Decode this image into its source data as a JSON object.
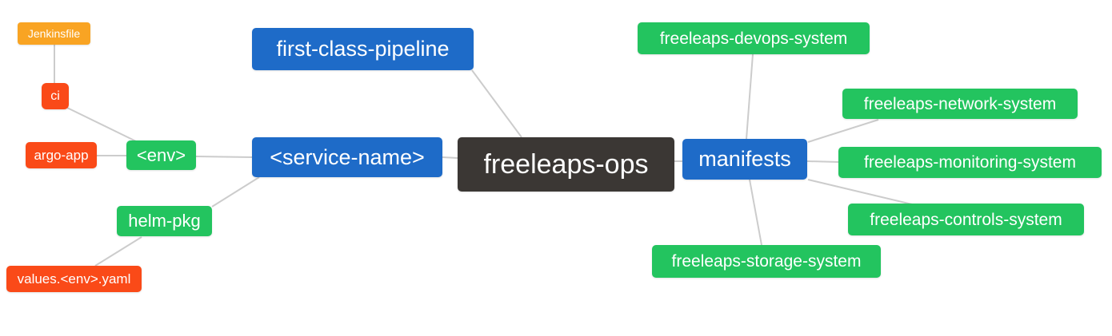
{
  "diagram": {
    "type": "mindmap",
    "root": "freeleaps-ops",
    "nodes": [
      {
        "id": "freeleaps-ops",
        "label": "freeleaps-ops",
        "level": "root"
      },
      {
        "id": "first-class-pipeline",
        "label": "first-class-pipeline",
        "level": "branch"
      },
      {
        "id": "service-name",
        "label": "<service-name>",
        "level": "branch"
      },
      {
        "id": "env",
        "label": "<env>",
        "level": "sub"
      },
      {
        "id": "ci",
        "label": "ci",
        "level": "leaf"
      },
      {
        "id": "jenkinsfile",
        "label": "Jenkinsfile",
        "level": "leaf"
      },
      {
        "id": "argo-app",
        "label": "argo-app",
        "level": "leaf"
      },
      {
        "id": "helm-pkg",
        "label": "helm-pkg",
        "level": "sub"
      },
      {
        "id": "values-env-yaml",
        "label": "values.<env>.yaml",
        "level": "leaf"
      },
      {
        "id": "manifests",
        "label": "manifests",
        "level": "branch"
      },
      {
        "id": "freeleaps-devops-system",
        "label": "freeleaps-devops-system",
        "level": "sub"
      },
      {
        "id": "freeleaps-network-system",
        "label": "freeleaps-network-system",
        "level": "sub"
      },
      {
        "id": "freeleaps-monitoring-system",
        "label": "freeleaps-monitoring-system",
        "level": "sub"
      },
      {
        "id": "freeleaps-controls-system",
        "label": "freeleaps-controls-system",
        "level": "sub"
      },
      {
        "id": "freeleaps-storage-system",
        "label": "freeleaps-storage-system",
        "level": "sub"
      }
    ],
    "edges": [
      [
        "freeleaps-ops",
        "first-class-pipeline"
      ],
      [
        "freeleaps-ops",
        "<service-name>"
      ],
      [
        "freeleaps-ops",
        "manifests"
      ],
      [
        "<service-name>",
        "<env>"
      ],
      [
        "<service-name>",
        "helm-pkg"
      ],
      [
        "<env>",
        "ci"
      ],
      [
        "<env>",
        "argo-app"
      ],
      [
        "ci",
        "Jenkinsfile"
      ],
      [
        "helm-pkg",
        "values.<env>.yaml"
      ],
      [
        "manifests",
        "freeleaps-devops-system"
      ],
      [
        "manifests",
        "freeleaps-network-system"
      ],
      [
        "manifests",
        "freeleaps-monitoring-system"
      ],
      [
        "manifests",
        "freeleaps-controls-system"
      ],
      [
        "manifests",
        "freeleaps-storage-system"
      ]
    ],
    "colors": {
      "root_node": "#3B3734",
      "branch_node": "#1E6BC8",
      "green_node": "#23C45F",
      "red_node": "#FA4A18",
      "orange_node": "#F9A423",
      "edge_line": "#CCCCCC",
      "text": "#FFFFFF",
      "background": "#FFFFFF"
    }
  }
}
